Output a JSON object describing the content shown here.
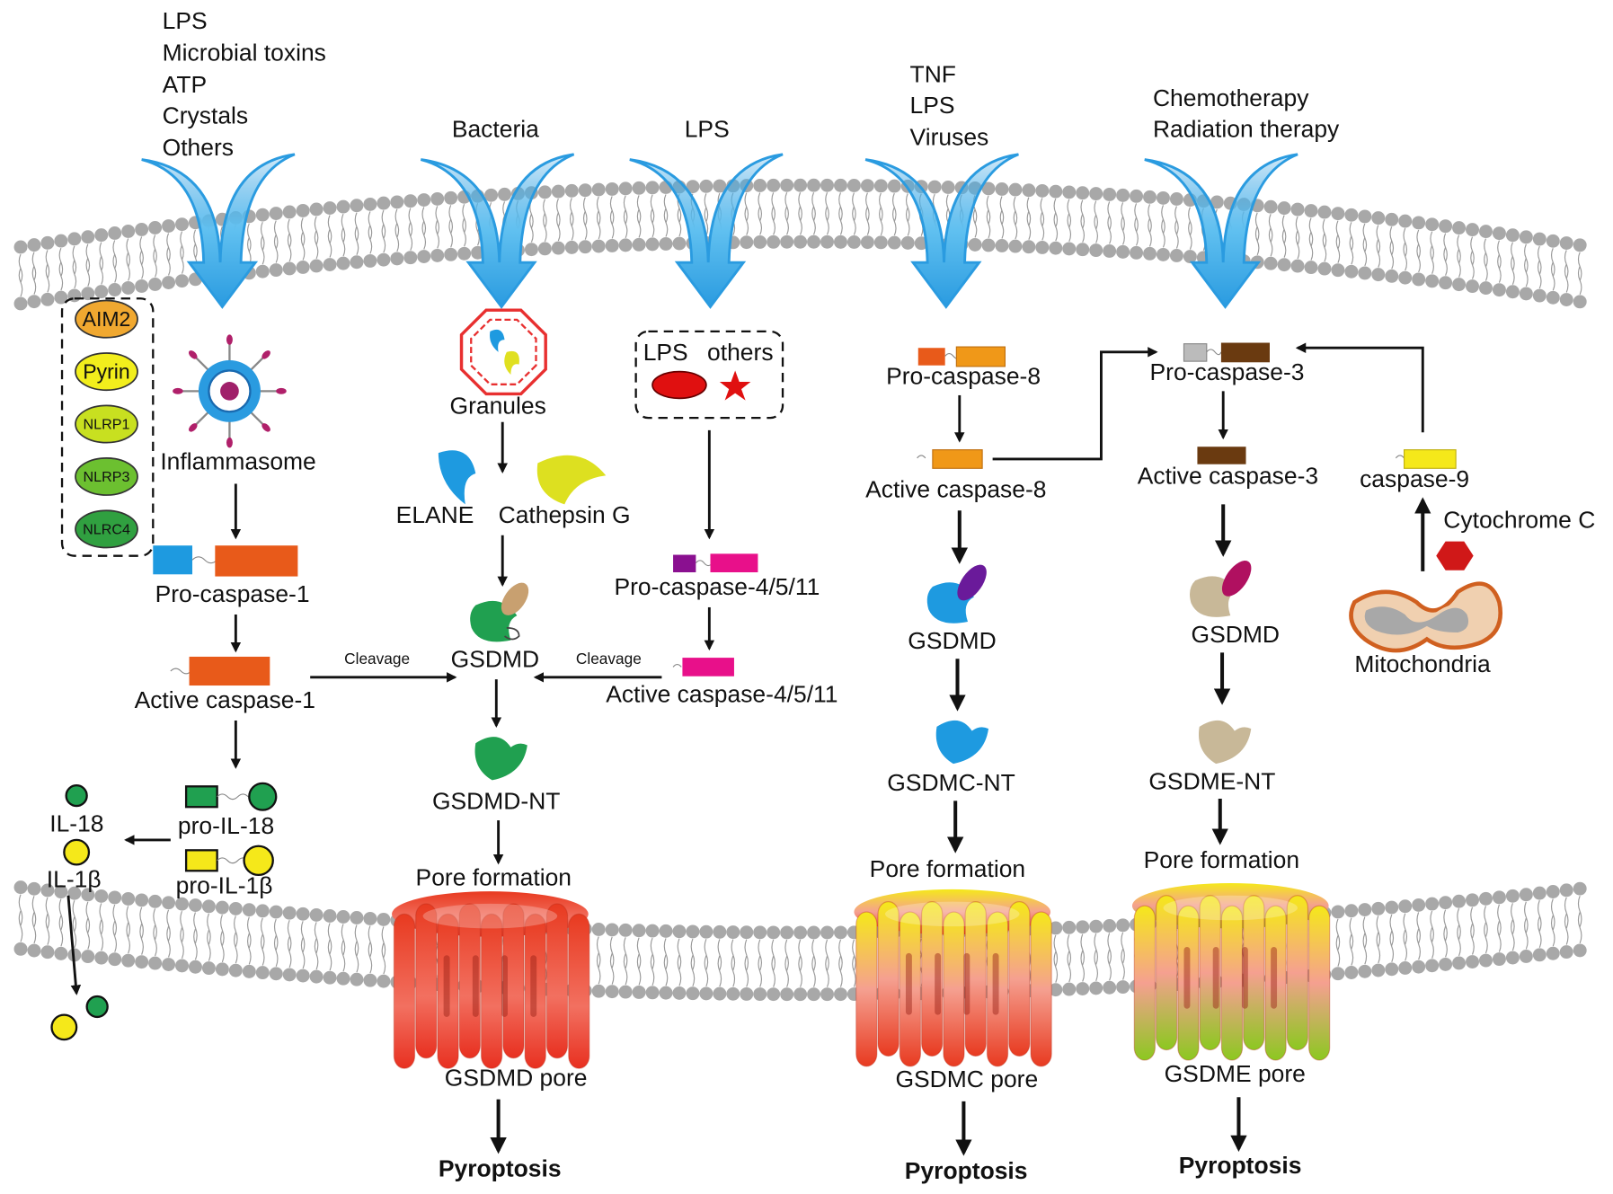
{
  "stimuli": {
    "canonical": [
      "LPS",
      "Microbial toxins",
      "ATP",
      "Crystals",
      "Others"
    ],
    "bacteria": "Bacteria",
    "lps": "LPS",
    "caspase8": [
      "TNF",
      "LPS",
      "Viruses"
    ],
    "caspase3": [
      "Chemotherapy",
      "Radiation therapy"
    ]
  },
  "sensors": [
    "AIM2",
    "Pyrin",
    "NLRP1",
    "NLRP3",
    "NLRC4"
  ],
  "sensor_colors": [
    "#f0a830",
    "#f2ee1c",
    "#c8e020",
    "#6cc030",
    "#30a040"
  ],
  "canonical": {
    "inflammasome": "Inflammasome",
    "pro_casp1": "Pro-caspase-1",
    "active_casp1": "Active caspase-1",
    "cleavage": "Cleavage",
    "pro_il18": "pro-IL-18",
    "pro_il1b": "pro-IL-1β",
    "il18": "IL-18",
    "il1b": "IL-1β"
  },
  "neutrophil": {
    "granules": "Granules",
    "elane": "ELANE",
    "cathepsin": "Cathepsin G"
  },
  "noncanonical": {
    "lps": "LPS",
    "others": "others",
    "pro_casp": "Pro-caspase-4/5/11",
    "active_casp": "Active caspase-4/5/11",
    "cleavage": "Cleavage"
  },
  "gsdmd_path": {
    "gsdmd": "GSDMD",
    "gsdmd_nt": "GSDMD-NT",
    "pore_formation": "Pore formation",
    "pore": "GSDMD pore",
    "outcome": "Pyroptosis"
  },
  "casp8_path": {
    "pro": "Pro-caspase-8",
    "active": "Active caspase-8",
    "gsdmd": "GSDMD",
    "gsdmc_nt": "GSDMC-NT",
    "pore_formation": "Pore formation",
    "pore": "GSDMC pore",
    "outcome": "Pyroptosis"
  },
  "casp3_path": {
    "pro": "Pro-caspase-3",
    "active": "Active caspase-3",
    "casp9": "caspase-9",
    "cytc": "Cytochrome C",
    "mito": "Mitochondria",
    "gsdmd": "GSDMD",
    "gsdme_nt": "GSDME-NT",
    "pore_formation": "Pore formation",
    "pore": "GSDME pore",
    "outcome": "Pyroptosis"
  },
  "colors": {
    "arrow_blue": "#2a9be0",
    "membrane": "#a8a8a8",
    "casp1": "#e85a1a",
    "casp8": "#f09818",
    "casp3": "#6a3a10",
    "casp4": "#e8108a",
    "casp9": "#f5e81a",
    "gsdmd_green": "#20a050",
    "gsdmc_blue": "#1e9ae0",
    "gsdme_tan": "#c8b898"
  }
}
